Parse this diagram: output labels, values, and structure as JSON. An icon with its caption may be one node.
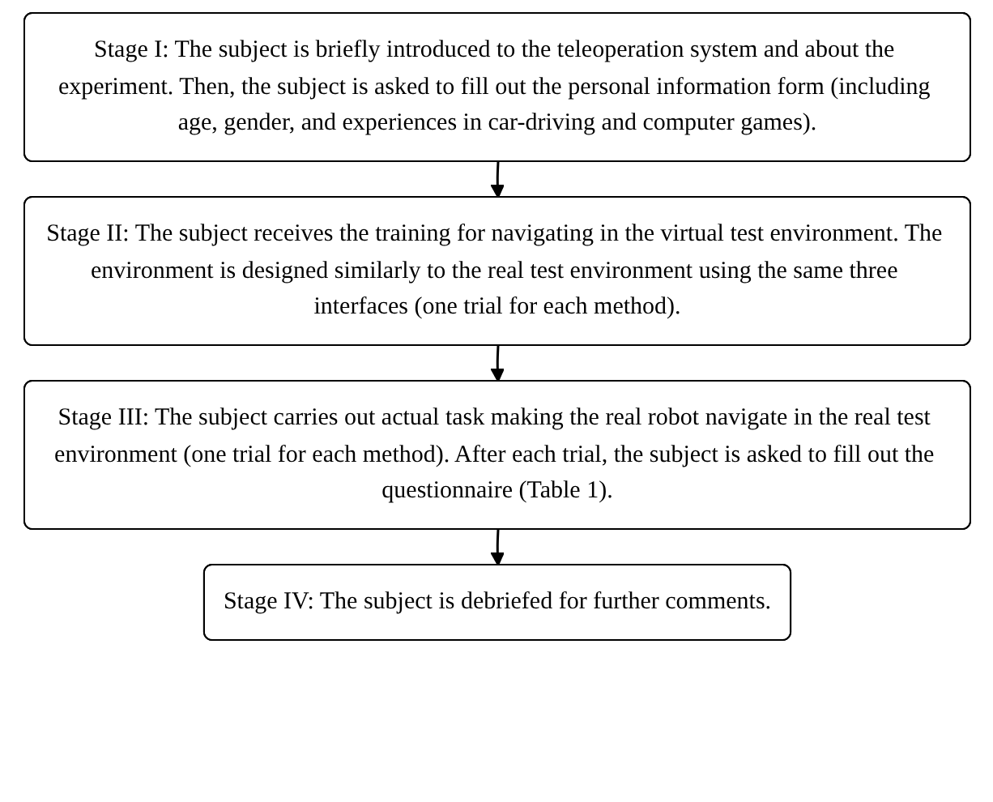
{
  "diagram": {
    "nodes": [
      {
        "text": [
          "Stage I: The subject is briefly introduced to the teleoperation system and about the experiment. Then, the subject is asked to fill out the personal information form (including age, gender, and experiences in car-driving and computer games)."
        ]
      },
      {
        "text": [
          "Stage II: The subject receives the training for navigating in the virtual test environment. The environment is designed similarly to the real test environment using the same three interfaces (one trial for each method)."
        ]
      },
      {
        "text": [
          "Stage III: The subject carries out actual task making the real robot navigate in the real test environment (one trial for each method). After each trial, the subject is asked to fill out the questionnaire (Table 1)."
        ]
      },
      {
        "text": [
          "Stage IV: The subject is debriefed for further comments."
        ]
      }
    ],
    "edges": [
      {
        "from": 0,
        "to": 1,
        "arrow": "to"
      },
      {
        "from": 1,
        "to": 2,
        "arrow": "to"
      },
      {
        "from": 2,
        "to": 3,
        "arrow": "to"
      }
    ]
  }
}
